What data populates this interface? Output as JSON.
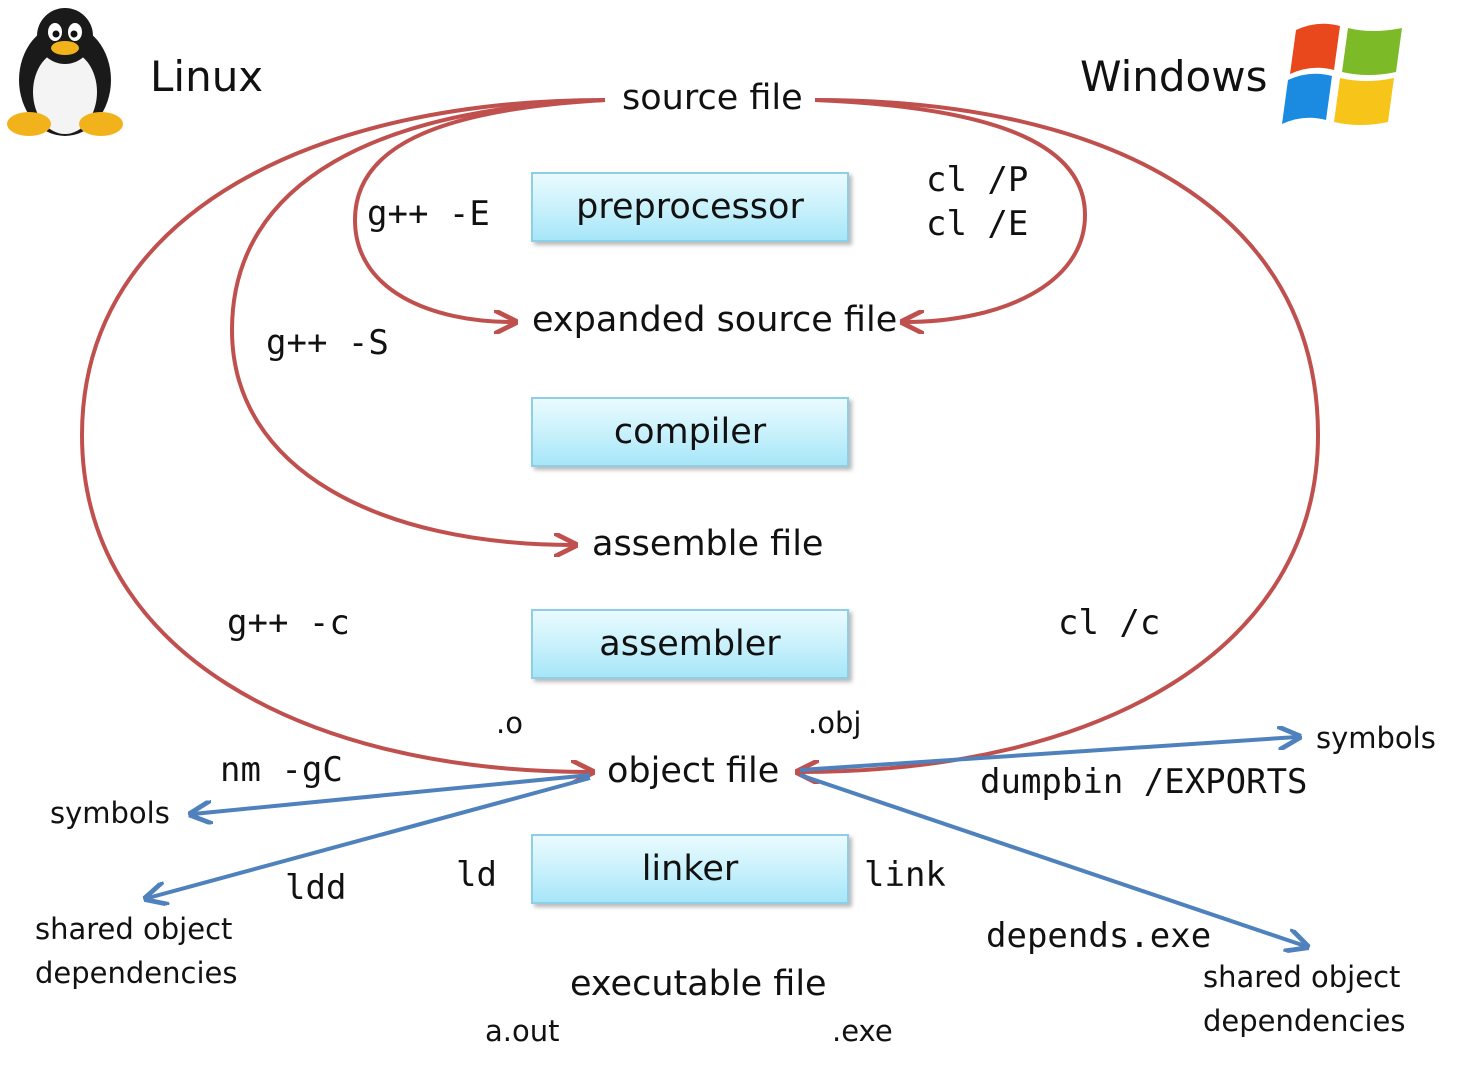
{
  "os": {
    "linux": {
      "label": "Linux",
      "icon": "penguin-icon"
    },
    "windows": {
      "label": "Windows",
      "icon": "windows-logo-icon"
    }
  },
  "files": {
    "source": "source file",
    "expanded_source": "expanded source file",
    "assemble": "assemble file",
    "object": "object file",
    "executable": "executable file"
  },
  "tools": {
    "preprocessor": "preprocessor",
    "compiler": "compiler",
    "assembler": "assembler",
    "linker": "linker"
  },
  "commands": {
    "linux": {
      "preprocess": "g++ -E",
      "assemble": "g++ -S",
      "compile": "g++ -c",
      "symbols": "nm -gC",
      "shared_deps": "ldd",
      "link": "ld"
    },
    "windows": {
      "preprocess_p": "cl /P",
      "preprocess_e": "cl /E",
      "compile": "cl /c",
      "symbols": "dumpbin /EXPORTS",
      "shared_deps": "depends.exe",
      "link": "link"
    }
  },
  "extensions": {
    "linux_object": ".o",
    "windows_object": ".obj",
    "linux_exe": "a.out",
    "windows_exe": ".exe"
  },
  "outputs": {
    "linux_symbols": "symbols",
    "linux_shared_line1": "shared object",
    "linux_shared_line2": "dependencies",
    "windows_symbols": "symbols",
    "windows_shared_line1": "shared object",
    "windows_shared_line2": "dependencies"
  },
  "colors": {
    "linux_arrow": "#c0504d",
    "windows_arrow": "#4f81bd",
    "box_fill": "#c6f0fb",
    "box_border": "#8fcfe6"
  }
}
